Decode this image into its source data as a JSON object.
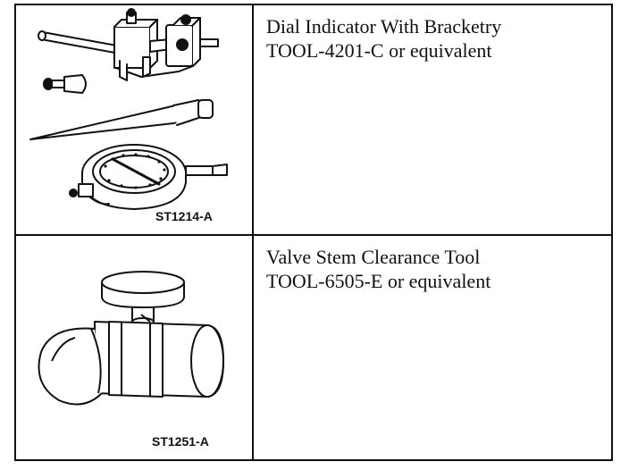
{
  "tools": [
    {
      "illustration_code": "ST1214-A",
      "illustration_icon": "dial-indicator-with-bracketry",
      "name": "Dial Indicator With Bracketry",
      "part": "TOOL-4201-C or equivalent"
    },
    {
      "illustration_code": "ST1251-A",
      "illustration_icon": "valve-stem-clearance-tool",
      "name": "Valve Stem Clearance Tool",
      "part": "TOOL-6505-E or equivalent"
    }
  ]
}
